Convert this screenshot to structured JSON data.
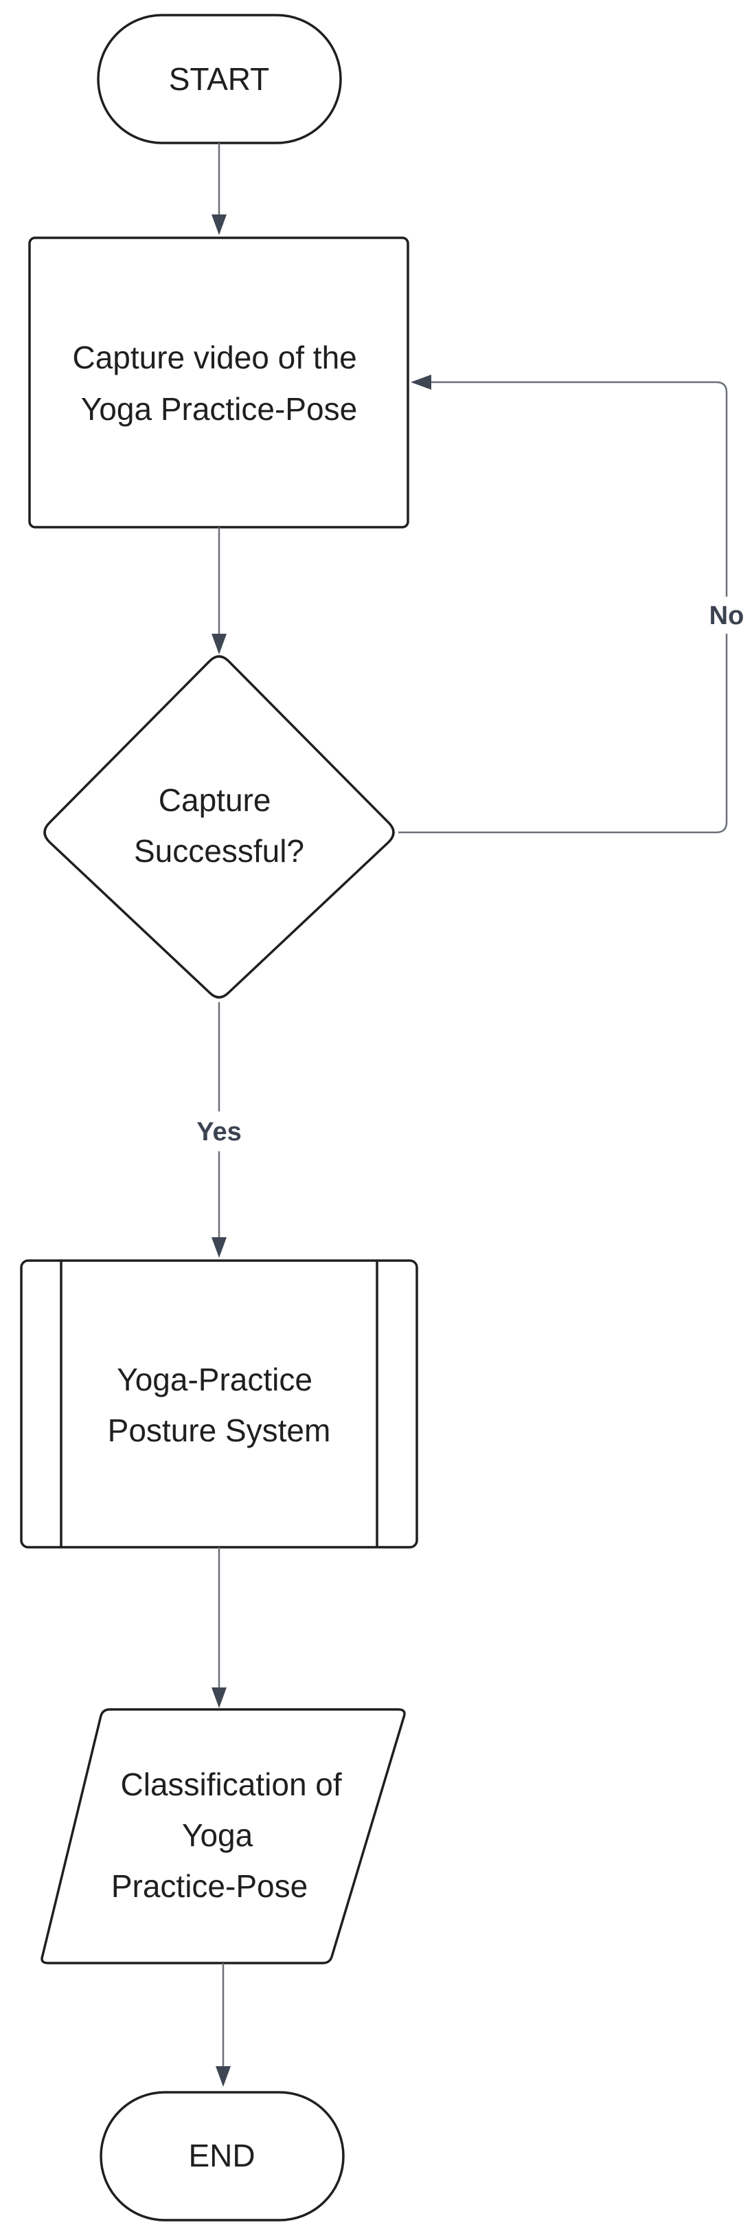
{
  "diagram": {
    "type": "flowchart",
    "nodes": {
      "start": {
        "label": "START"
      },
      "capture": {
        "line1": "Capture video of the",
        "line2": "Yoga Practice-Pose"
      },
      "decision": {
        "line1": "Capture",
        "line2": "Successful?"
      },
      "system": {
        "line1": "Yoga-Practice",
        "line2": "Posture System"
      },
      "classification": {
        "line1": "Classification of",
        "line2": "Yoga",
        "line3": "Practice-Pose"
      },
      "end": {
        "label": "END"
      }
    },
    "edges": {
      "no_label": "No",
      "yes_label": "Yes"
    }
  }
}
